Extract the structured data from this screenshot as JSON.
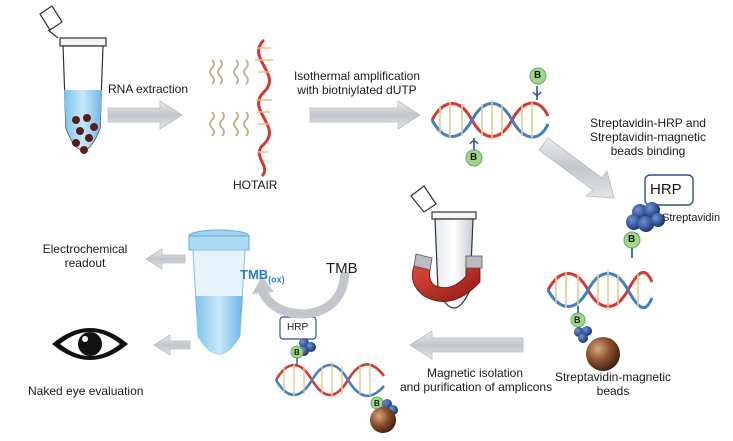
{
  "labels": {
    "rna_extraction": "RNA extraction",
    "hotair": "HOTAIR",
    "isothermal_line1": "Isothermal amplification",
    "isothermal_line2": "with biotniylated dUTP",
    "strep_binding_line1": "Streptavidin-HRP and",
    "strep_binding_line2": "Streptavidin-magnetic",
    "strep_binding_line3": "beads binding",
    "hrp": "HRP",
    "streptavidin": "Streptavidin",
    "strep_beads_line1": "Streptavidin-magnetic",
    "strep_beads_line2": "beads",
    "magnetic_line1": "Magnetic isolation",
    "magnetic_line2": "and purification of amplicons",
    "tmb": "TMB",
    "tmb_ox_main": "TMB",
    "tmb_ox_sub": "(ox)",
    "hrp_small": "HRP",
    "electrochemical_line1": "Electrochemical",
    "electrochemical_line2": "readout",
    "naked_eye": "Naked eye evaluation",
    "biotin": "B"
  },
  "colors": {
    "dna_red": "#d3392f",
    "dna_blue": "#3f7fc4",
    "biotin_green": "#9fd88a",
    "streptavidin_blue": "#1e3f8f",
    "bead_brown": "#7a4a2a",
    "arrow_gray": "#c9cdd1",
    "tmb_blue": "#2a7fc8",
    "liquid_blue": "#9fd3ef"
  }
}
